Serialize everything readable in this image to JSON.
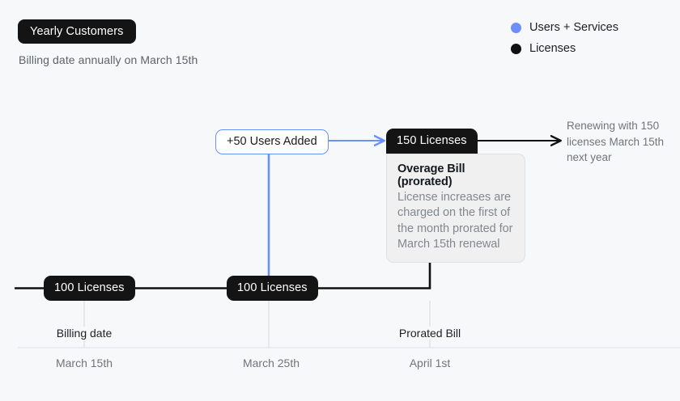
{
  "header": {
    "badge_label": "Yearly Customers",
    "subtitle": "Billing date annually on March 15th"
  },
  "legend": {
    "items": [
      {
        "label": "Users + Services",
        "color": "#6c8ffa",
        "icon": "circle-icon"
      },
      {
        "label": "Licenses",
        "color": "#111111",
        "icon": "circle-icon"
      }
    ]
  },
  "diagram": {
    "nodes": {
      "users_added": "+50 Users Added",
      "licenses_150": "150 Licenses",
      "licenses_100_start": "100 Licenses",
      "licenses_100_mid": "100 Licenses"
    },
    "tooltip": {
      "title": "Overage Bill (prorated)",
      "body": "License increases are charged on the first of the month prorated for March 15th renewal"
    },
    "annotation": "Renewing with 150 licenses March 15th next year"
  },
  "timeline": {
    "events": [
      {
        "label": "Billing date",
        "date": "March 15th"
      },
      {
        "label": "",
        "date": "March 25th"
      },
      {
        "label": "Prorated Bill",
        "date": "April 1st"
      }
    ],
    "event_labels": {
      "billing_date": "Billing date",
      "prorated_bill": "Prorated Bill"
    },
    "dates": {
      "d1": "March 15th",
      "d2": "March 25th",
      "d3": "April 1st"
    }
  },
  "colors": {
    "background": "#f7f8f9",
    "accent_blue": "#6c8ffa",
    "dark": "#141414",
    "muted_text": "#6f757c",
    "tooltip_bg": "#f0f0f0",
    "grid_line": "#d8dade"
  }
}
